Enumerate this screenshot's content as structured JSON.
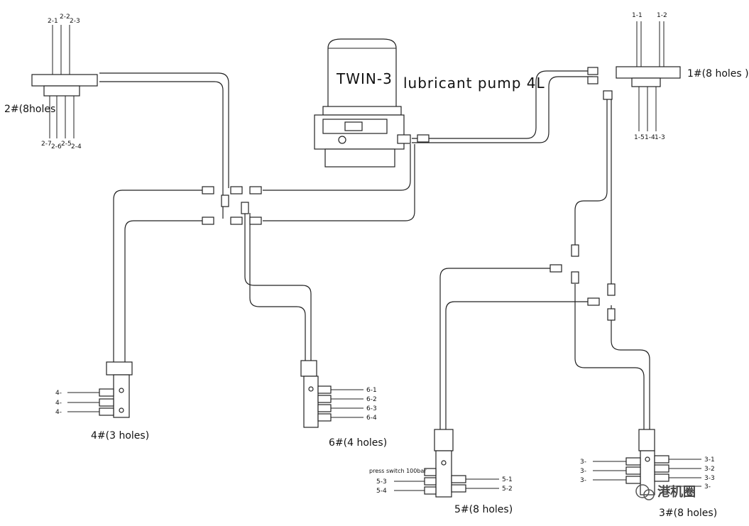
{
  "pump": {
    "model": "TWIN-3",
    "title": "lubricant pump 4L"
  },
  "distributors": {
    "d1": {
      "name": "1#(8 holes )",
      "outlets_top": [
        "1-1",
        "1-2"
      ],
      "outlets_bottom": [
        "1-5",
        "1-4",
        "1-3"
      ]
    },
    "d2": {
      "name": "2#(8holes",
      "outlets_top": [
        "2-1",
        "2-2",
        "2-3"
      ],
      "outlets_bottom": [
        "2-7",
        "2-6",
        "2-5",
        "2-4"
      ]
    },
    "d3": {
      "name": "3#(8 holes)",
      "outlets_left": [
        "3-",
        "3-",
        "3-"
      ],
      "outlets_right": [
        "3-1",
        "3-2",
        "3-3",
        "3-"
      ]
    },
    "d4": {
      "name": "4#(3 holes)",
      "outlets_left": [
        "4-",
        "4-",
        "4-"
      ]
    },
    "d5": {
      "name": "5#(8 holes)",
      "outlets_left": [
        "5-3",
        "5-4"
      ],
      "outlets_right": [
        "5-1",
        "5-2"
      ],
      "press_switch": "press switch 100bar"
    },
    "d6": {
      "name": "6#(4 holes)",
      "outlets_right": [
        "6-1",
        "6-2",
        "6-3",
        "6-4"
      ]
    }
  },
  "watermark": {
    "text": "港机圈"
  }
}
